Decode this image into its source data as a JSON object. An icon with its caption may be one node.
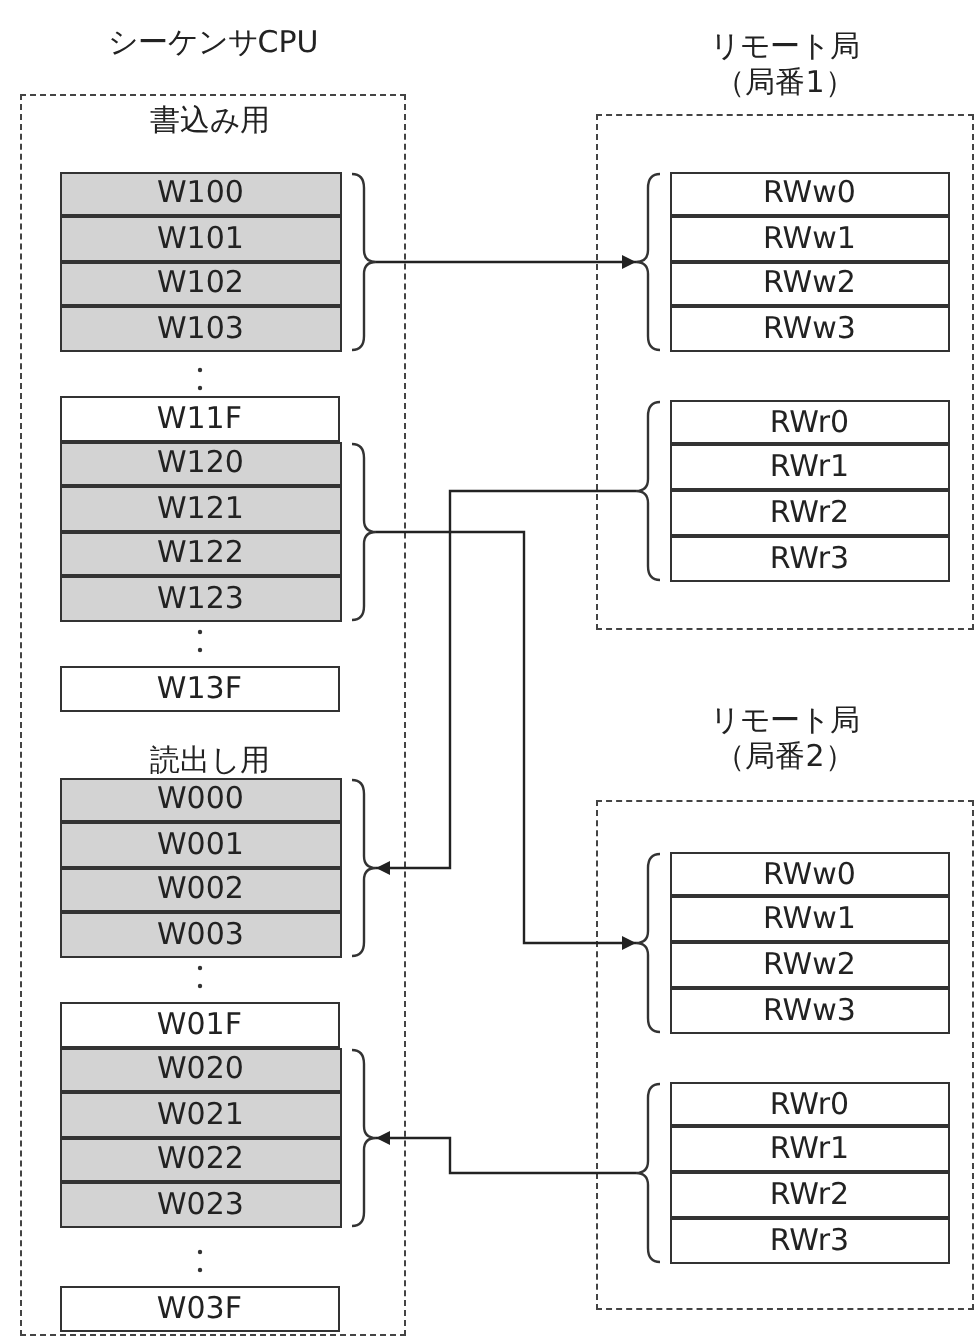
{
  "diagram": {
    "nodes": [
      {
        "text": [
          "シーケンサCPU"
        ]
      },
      {
        "text": [],
        "shape": "box",
        "in": 0
      },
      {
        "text": [
          "W100"
        ],
        "in": 1
      },
      {
        "text": [
          "W101"
        ],
        "in": 1
      },
      {
        "text": [
          "W102"
        ],
        "in": 1
      },
      {
        "text": [
          "W103"
        ],
        "in": 1
      },
      {
        "text": [
          "W11F"
        ],
        "in": 0
      },
      {
        "text": [],
        "shape": "box",
        "in": 0
      },
      {
        "text": [
          "W120"
        ],
        "in": 7
      },
      {
        "text": [
          "W121"
        ],
        "in": 7
      },
      {
        "text": [
          "W122"
        ],
        "in": 7
      },
      {
        "text": [
          "W123"
        ],
        "in": 7
      },
      {
        "text": [
          "W13F"
        ],
        "in": 0
      },
      {
        "text": [],
        "shape": "box",
        "in": 0
      },
      {
        "text": [
          "W000"
        ],
        "in": 13
      },
      {
        "text": [
          "W001"
        ],
        "in": 13
      },
      {
        "text": [
          "W002"
        ],
        "in": 13
      },
      {
        "text": [
          "W003"
        ],
        "in": 13
      },
      {
        "text": [
          "W01F"
        ],
        "in": 0
      },
      {
        "text": [],
        "shape": "box",
        "in": 0
      },
      {
        "text": [
          "W020"
        ],
        "in": 19
      },
      {
        "text": [
          "W021"
        ],
        "in": 19
      },
      {
        "text": [
          "W022"
        ],
        "in": 19
      },
      {
        "text": [
          "W023"
        ],
        "in": 19
      },
      {
        "text": [
          "W03F"
        ],
        "in": 0
      },
      {
        "text": [
          "リモート局",
          "（局番1）"
        ]
      },
      {
        "text": [],
        "shape": "box",
        "in": 25
      },
      {
        "text": [
          "RWw0"
        ],
        "in": 26
      },
      {
        "text": [
          "RWw1"
        ],
        "in": 26
      },
      {
        "text": [
          "RWw2"
        ],
        "in": 26
      },
      {
        "text": [
          "RWw3"
        ],
        "in": 26
      },
      {
        "text": [],
        "shape": "box",
        "in": 25
      },
      {
        "text": [
          "RWr0"
        ],
        "in": 31
      },
      {
        "text": [
          "RWr1"
        ],
        "in": 31
      },
      {
        "text": [
          "RWr2"
        ],
        "in": 31
      },
      {
        "text": [
          "RWr3"
        ],
        "in": 31
      },
      {
        "text": [
          "リモート局",
          "（局番2）"
        ]
      },
      {
        "text": [],
        "shape": "box",
        "in": 36
      },
      {
        "text": [
          "RWw0"
        ],
        "in": 37
      },
      {
        "text": [
          "RWw1"
        ],
        "in": 37
      },
      {
        "text": [
          "RWw2"
        ],
        "in": 37
      },
      {
        "text": [
          "RWw3"
        ],
        "in": 37
      },
      {
        "text": [],
        "shape": "box",
        "in": 36
      },
      {
        "text": [
          "RWr0"
        ],
        "in": 42
      },
      {
        "text": [
          "RWr1"
        ],
        "in": 42
      },
      {
        "text": [
          "RWr2"
        ],
        "in": 42
      },
      {
        "text": [
          "RWr3"
        ],
        "in": 42
      }
    ],
    "edges": [
      {
        "from": 1,
        "to": 26,
        "arrow": "to"
      },
      {
        "from": 31,
        "to": 13,
        "arrow": "to"
      },
      {
        "from": 7,
        "to": 37,
        "arrow": "to"
      },
      {
        "from": 42,
        "to": 19,
        "arrow": "to"
      }
    ],
    "labels": [
      "書込み用",
      "読出し用"
    ]
  }
}
